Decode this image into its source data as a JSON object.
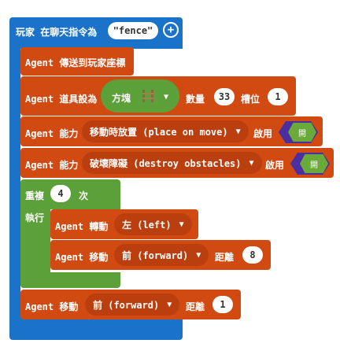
{
  "event": {
    "label": "玩家 在聊天指令為",
    "command": "\"fence\"",
    "add_icon": "plus-circle-icon"
  },
  "blocks": [
    {
      "label": "Agent 傳送到玩家座標"
    },
    {
      "prefix": "Agent 道具設為",
      "item": "方塊",
      "item_icon": "fence-icon",
      "count_label": "數量",
      "count": "33",
      "slot_label": "槽位",
      "slot": "1"
    },
    {
      "prefix": "Agent 能力",
      "ability": "移動時放置 (place on move)",
      "state_label": "啟用",
      "state": "開"
    },
    {
      "prefix": "Agent 能力",
      "ability": "破壞障礙 (destroy obstacles)",
      "state_label": "啟用",
      "state": "開"
    }
  ],
  "loop": {
    "repeat_label": "重複",
    "times": "4",
    "times_suffix": "次",
    "do_label": "執行",
    "inner": [
      {
        "prefix": "Agent 轉動",
        "direction": "左 (left)"
      },
      {
        "prefix": "Agent 移動",
        "direction": "前 (forward)",
        "distance_label": "距離",
        "distance": "8"
      }
    ]
  },
  "final": {
    "prefix": "Agent 移動",
    "direction": "前 (forward)",
    "distance_label": "距離",
    "distance": "1"
  },
  "colors": {
    "event": "#1a73c8",
    "agent": "#d04a12",
    "loop": "#5ca03a",
    "toggle": "#4a2fa0"
  }
}
